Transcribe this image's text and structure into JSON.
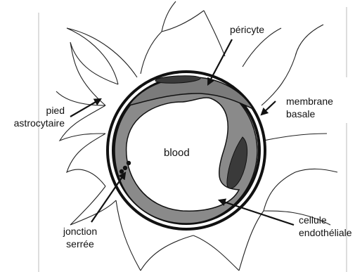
{
  "labels": {
    "pericyte": "péricyte",
    "membrane_line1": "membrane",
    "membrane_line2": "basale",
    "pied_line1": "pied",
    "pied_line2": "astrocytaire",
    "blood": "blood",
    "jonction_line1": "jonction",
    "jonction_line2": "serrée",
    "cellule_line1": "cellule",
    "cellule_line2": "endothéliale"
  },
  "colors": {
    "outline": "#111111",
    "wall_fill": "#8a8a8a",
    "pericyte_fill": "#7b7b7b",
    "nucleus_fill": "#3a3a3a",
    "background": "#ffffff"
  }
}
